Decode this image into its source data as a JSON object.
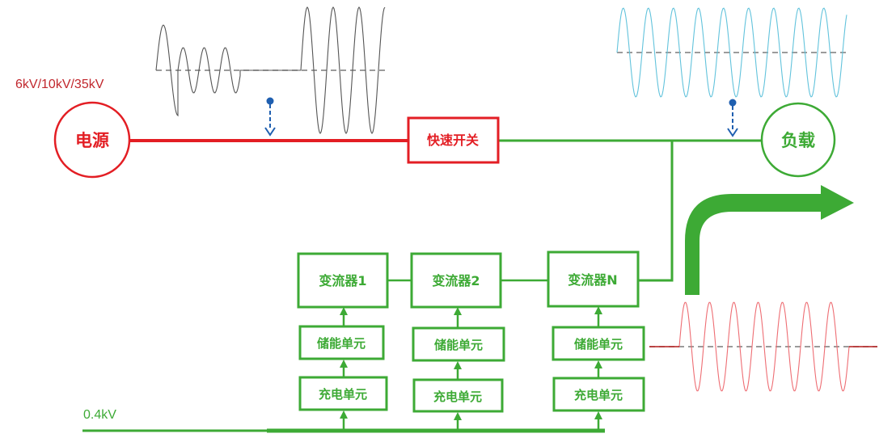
{
  "voltages": {
    "high": "6kV/10kV/35kV",
    "low": "0.4kV"
  },
  "nodes": {
    "source": "电源",
    "load": "负载",
    "fast_switch": "快速开关",
    "converter_1": "变流器1",
    "converter_2": "变流器2",
    "converter_n": "变流器N",
    "storage_1": "储能单元",
    "storage_2": "储能单元",
    "storage_n": "储能单元",
    "charger_1": "充电单元",
    "charger_2": "充电单元",
    "charger_n": "充电单元"
  },
  "colors": {
    "source_red": "#e31e24",
    "system_green": "#3daa35",
    "probe_blue": "#1f5fb0",
    "wave_grey": "#555555",
    "wave_cyan": "#62c3dc",
    "wave_pink": "#ee6e74",
    "dashed_axis": "#7a7a7a"
  }
}
